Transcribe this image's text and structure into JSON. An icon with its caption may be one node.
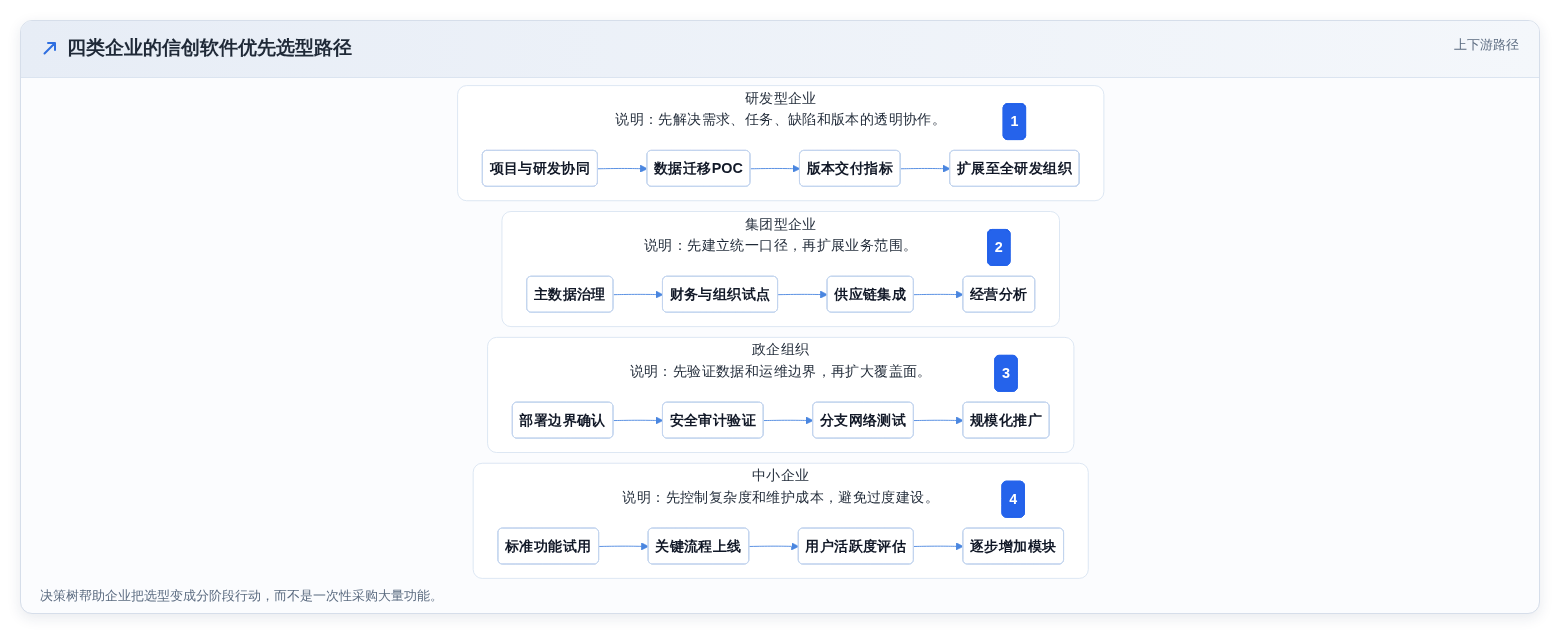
{
  "diagram": {
    "title": "四类企业的信创软件优先选型路径",
    "caption": "决策树帮助企业把选型变成分阶段行动，而不是一次性采购大量功能。",
    "labels": [
      "上下游路径"
    ],
    "nodes": [
      {
        "text": [
          "研发型企业",
          "说明：先解决需求、任务、缺陷和版本的透明协作。"
        ]
      },
      {
        "text": [
          "1"
        ],
        "in": 0
      },
      {
        "text": [
          "项目与研发协同"
        ],
        "in": 0
      },
      {
        "text": [
          "数据迁移POC"
        ],
        "in": 0
      },
      {
        "text": [
          "版本交付指标"
        ],
        "in": 0
      },
      {
        "text": [
          "扩展至全研发组织"
        ],
        "in": 0
      },
      {
        "text": [
          "集团型企业",
          "说明：先建立统一口径，再扩展业务范围。"
        ]
      },
      {
        "text": [
          "2"
        ],
        "in": 6
      },
      {
        "text": [
          "主数据治理"
        ],
        "in": 6
      },
      {
        "text": [
          "财务与组织试点"
        ],
        "in": 6
      },
      {
        "text": [
          "供应链集成"
        ],
        "in": 6
      },
      {
        "text": [
          "经营分析"
        ],
        "in": 6
      },
      {
        "text": [
          "政企组织",
          "说明：先验证数据和运维边界，再扩大覆盖面。"
        ]
      },
      {
        "text": [
          "3"
        ],
        "in": 12
      },
      {
        "text": [
          "部署边界确认"
        ],
        "in": 12
      },
      {
        "text": [
          "安全审计验证"
        ],
        "in": 12
      },
      {
        "text": [
          "分支网络测试"
        ],
        "in": 12
      },
      {
        "text": [
          "规模化推广"
        ],
        "in": 12
      },
      {
        "text": [
          "中小企业",
          "说明：先控制复杂度和维护成本，避免过度建设。"
        ]
      },
      {
        "text": [
          "4"
        ],
        "in": 18
      },
      {
        "text": [
          "标准功能试用"
        ],
        "in": 18
      },
      {
        "text": [
          "关键流程上线"
        ],
        "in": 18
      },
      {
        "text": [
          "用户活跃度评估"
        ],
        "in": 18
      },
      {
        "text": [
          "逐步增加模块"
        ],
        "in": 18
      }
    ],
    "edges": [
      {
        "from": 2,
        "to": 3,
        "arrow": "to"
      },
      {
        "from": 3,
        "to": 4,
        "arrow": "to"
      },
      {
        "from": 4,
        "to": 5,
        "arrow": "to"
      },
      {
        "from": 8,
        "to": 9,
        "arrow": "to"
      },
      {
        "from": 9,
        "to": 10,
        "arrow": "to"
      },
      {
        "from": 10,
        "to": 11,
        "arrow": "to"
      },
      {
        "from": 14,
        "to": 15,
        "arrow": "to"
      },
      {
        "from": 15,
        "to": 16,
        "arrow": "to"
      },
      {
        "from": 16,
        "to": 17,
        "arrow": "to"
      },
      {
        "from": 20,
        "to": 21,
        "arrow": "to"
      },
      {
        "from": 21,
        "to": 22,
        "arrow": "to"
      },
      {
        "from": 22,
        "to": 23,
        "arrow": "to"
      }
    ]
  }
}
